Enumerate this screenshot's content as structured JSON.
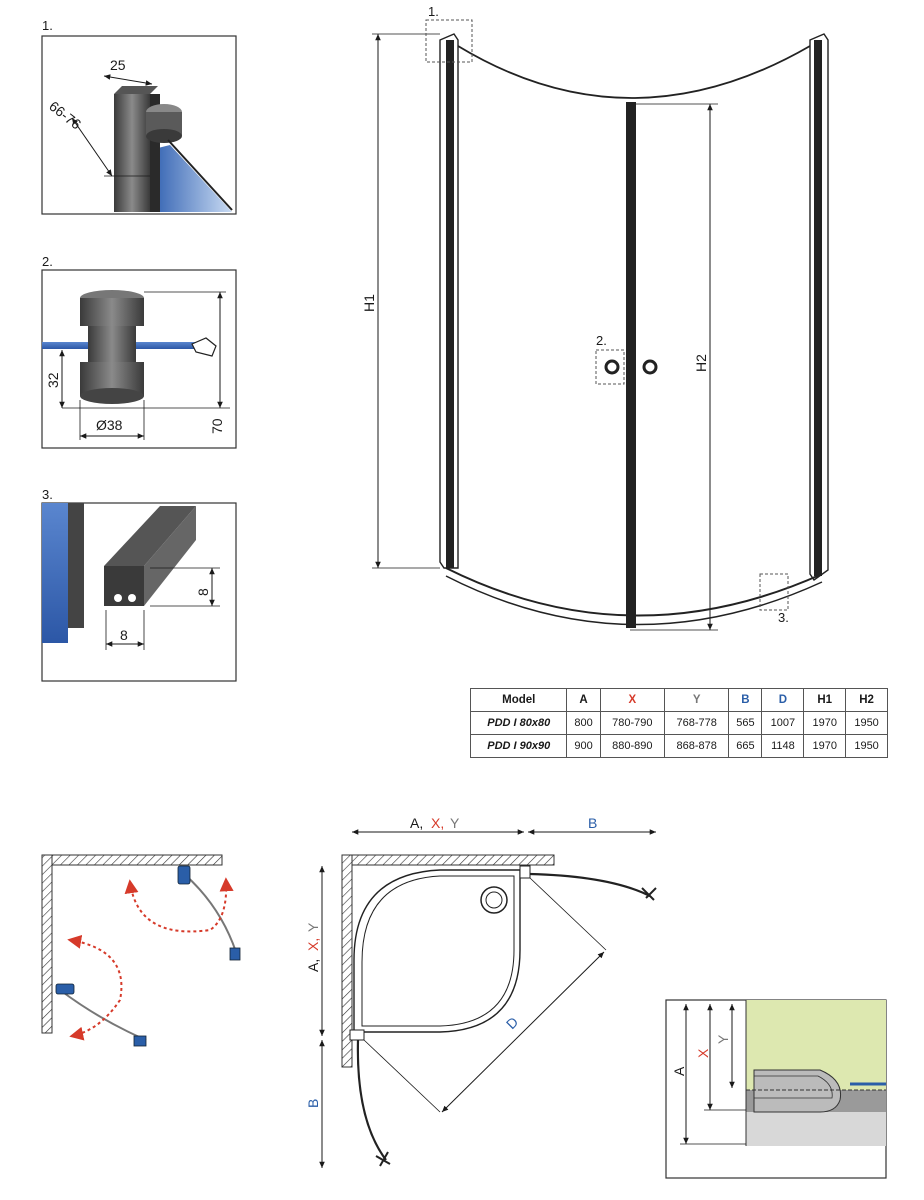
{
  "details": {
    "d1": {
      "number": "1.",
      "width": "25",
      "range": "66-76"
    },
    "d2": {
      "number": "2.",
      "height_small": "32",
      "diameter": "Ø38",
      "height_total": "70"
    },
    "d3": {
      "number": "3.",
      "height": "8",
      "width": "8"
    }
  },
  "main_view": {
    "callout_1": "1.",
    "callout_2": "2.",
    "callout_3": "3.",
    "h1": "H1",
    "h2": "H2"
  },
  "table": {
    "headers": [
      "Model",
      "A",
      "X",
      "Y",
      "B",
      "D",
      "H1",
      "H2"
    ],
    "rows": [
      [
        "PDD I 80x80",
        "800",
        "780-790",
        "768-778",
        "565",
        "1007",
        "1970",
        "1950"
      ],
      [
        "PDD I 90x90",
        "900",
        "880-890",
        "868-878",
        "665",
        "1148",
        "1970",
        "1950"
      ]
    ]
  },
  "plan_view": {
    "top_a": "A,",
    "top_x": "X,",
    "top_y": "Y",
    "top_b": "B",
    "side_a": "A,",
    "side_x": "X,",
    "side_y": "Y",
    "side_b": "B",
    "diag_d": "D"
  },
  "side_section": {
    "a": "A",
    "x": "X",
    "y": "Y"
  },
  "colors": {
    "red": "#d63a2a",
    "blue": "#2a5ea8",
    "gray_label": "#777777",
    "green_wall": "#dde8b0",
    "tray_gray": "#9a9a9a",
    "glass_blue": "#4a78c8"
  }
}
